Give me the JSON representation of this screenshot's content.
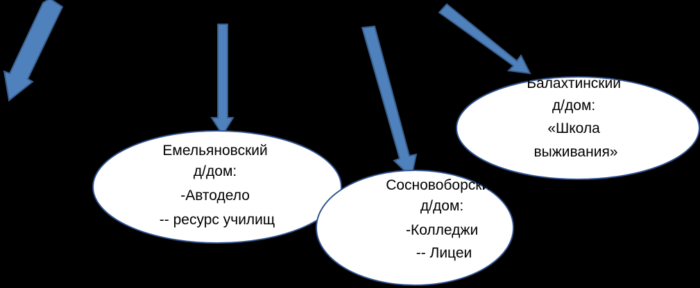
{
  "colors": {
    "background": "#000000",
    "arrow_fill": "#4f81bd",
    "arrow_stroke": "#385d8a",
    "node_fill": "#ffffff",
    "node_stroke": "#2f528f",
    "text": "#000000"
  },
  "nodes": [
    {
      "id": "emelyanovsky",
      "lines": [
        "Емельяновский",
        "д/дом:",
        "-Автодело",
        "-- ресурс училищ"
      ]
    },
    {
      "id": "sosnovoborsky",
      "lines": [
        "Сосновоборский",
        "д/дом:",
        "-Колледжи",
        "-- Лицеи"
      ]
    },
    {
      "id": "balakhtinsky",
      "lines": [
        "Балахтинский",
        "д/дом:",
        "«Школа",
        "выживания»"
      ]
    }
  ],
  "edges": [
    {
      "id": "arrow-to-left-offscreen",
      "to": ""
    },
    {
      "id": "arrow-to-emelyanovsky",
      "to": "emelyanovsky"
    },
    {
      "id": "arrow-to-sosnovoborsky",
      "to": "sosnovoborsky"
    },
    {
      "id": "arrow-to-balakhtinsky",
      "to": "balakhtinsky"
    }
  ]
}
